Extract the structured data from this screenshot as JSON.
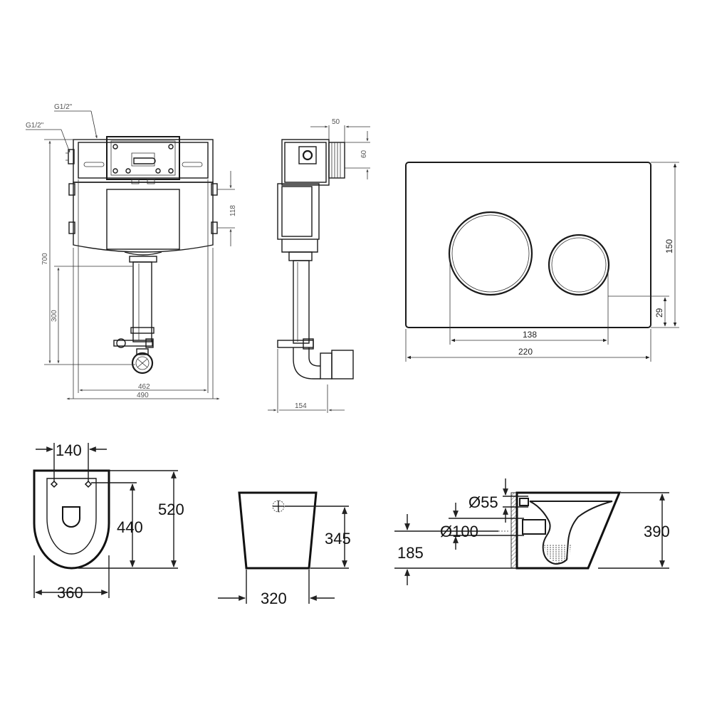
{
  "cistern_front": {
    "connection_label_1": "G1/2\"",
    "connection_label_2": "G1/2\"",
    "height_total": "700",
    "height_outlet": "300",
    "height_frame": "118",
    "width_inner": "462",
    "width_total": "490"
  },
  "cistern_side": {
    "dim_top": "50",
    "dim_right": "60",
    "depth": "154"
  },
  "flush_plate": {
    "height": "150",
    "button_offset": "29",
    "buttons_width": "138",
    "width": "220"
  },
  "toilet_top": {
    "hole_spacing": "140",
    "length_total": "520",
    "length_holes": "440",
    "width": "360"
  },
  "toilet_rear": {
    "height": "345",
    "width": "320"
  },
  "toilet_side": {
    "inlet_diameter": "Ø55",
    "outlet_diameter": "Ø100",
    "outlet_height": "185",
    "height": "390"
  }
}
